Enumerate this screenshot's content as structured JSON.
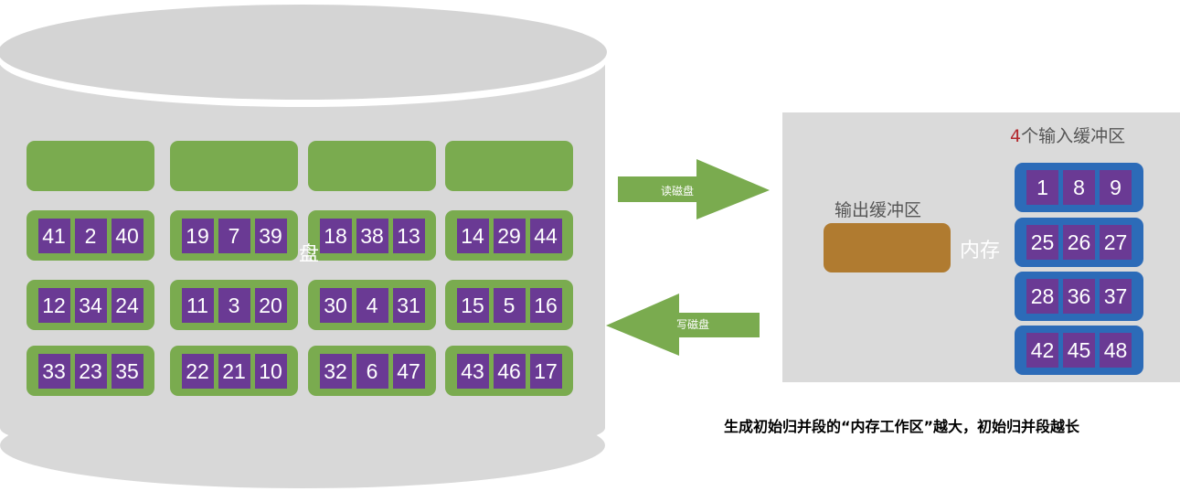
{
  "disk": {
    "hidden_glyph": "盘",
    "rows": [
      [
        [
          "41",
          "2",
          "40"
        ],
        [
          "19",
          "7",
          "39"
        ],
        [
          "18",
          "38",
          "13"
        ],
        [
          "14",
          "29",
          "44"
        ]
      ],
      [
        [
          "12",
          "34",
          "24"
        ],
        [
          "11",
          "3",
          "20"
        ],
        [
          "30",
          "4",
          "31"
        ],
        [
          "15",
          "5",
          "16"
        ]
      ],
      [
        [
          "33",
          "23",
          "35"
        ],
        [
          "22",
          "21",
          "10"
        ],
        [
          "32",
          "6",
          "47"
        ],
        [
          "43",
          "46",
          "17"
        ]
      ]
    ]
  },
  "arrows": {
    "read": "读磁盘",
    "write": "写磁盘"
  },
  "memory": {
    "label": "内存",
    "output_buffer_label": "输出缓冲区",
    "input_buffer_count": "4",
    "input_buffer_label": "个输入缓冲区",
    "input_buffers": [
      [
        "1",
        "8",
        "9"
      ],
      [
        "25",
        "26",
        "27"
      ],
      [
        "28",
        "36",
        "37"
      ],
      [
        "42",
        "45",
        "48"
      ]
    ]
  },
  "caption": "生成初始归并段的“内存工作区”越大，初始归并段越长",
  "colors": {
    "disk": "#d8d8d8",
    "green": "#7aab4f",
    "purple": "#6a3a94",
    "blue": "#2c6bb8",
    "brown": "#b07b30",
    "red": "#b3282d"
  }
}
